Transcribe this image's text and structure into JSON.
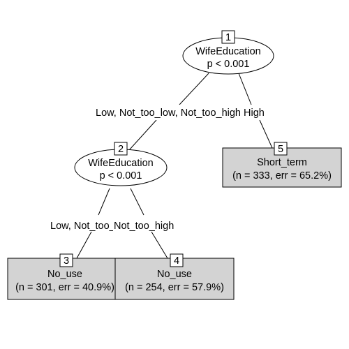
{
  "tree": {
    "inner_nodes": [
      {
        "id": "1",
        "variable": "WifeEducation",
        "pvalue": "p < 0.001"
      },
      {
        "id": "2",
        "variable": "WifeEducation",
        "pvalue": "p < 0.001"
      }
    ],
    "edges": [
      {
        "from": "1",
        "to": "2",
        "label": "Low, Not_too_low, Not_too_high"
      },
      {
        "from": "1",
        "to": "5",
        "label": "High"
      },
      {
        "from": "2",
        "to": "3",
        "label": "Low, Not_too_low"
      },
      {
        "from": "2",
        "to": "4",
        "label": "Not_too_high"
      }
    ],
    "leaves": [
      {
        "id": "3",
        "class": "No_use",
        "stats": "(n = 301, err = 40.9%)"
      },
      {
        "id": "4",
        "class": "No_use",
        "stats": "(n = 254, err = 57.9%)"
      },
      {
        "id": "5",
        "class": "Short_term",
        "stats": "(n = 333, err = 65.2%)"
      }
    ]
  }
}
